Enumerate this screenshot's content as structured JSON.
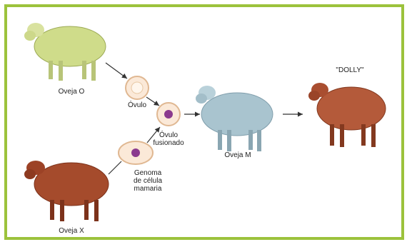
{
  "diagram": {
    "labels": {
      "sheep_o": "Oveja O",
      "ovulo": "Óvulo",
      "ovulo_fusionado_1": "Óvulo",
      "ovulo_fusionado_2": "fusionado",
      "sheep_m": "Oveja M",
      "dolly": "\"DOLLY\"",
      "genome_1": "Genoma",
      "genome_2": "de célula",
      "genome_3": "mamaria",
      "sheep_x": "Oveja X"
    },
    "colors": {
      "frame": "#9cc23c",
      "sheep_o": "#cfdc8a",
      "sheep_m": "#a9c4cf",
      "sheep_x": "#a54b2c",
      "dolly": "#b45a3a"
    }
  }
}
